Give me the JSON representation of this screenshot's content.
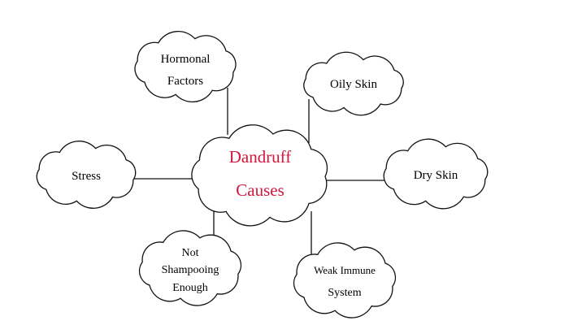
{
  "center": {
    "lines": [
      "Dandruff",
      "Causes"
    ],
    "color": "#d4163c"
  },
  "causes": [
    {
      "id": "hormonal-factors",
      "lines": [
        "Hormonal",
        "Factors"
      ]
    },
    {
      "id": "oily-skin",
      "lines": [
        "Oily Skin"
      ]
    },
    {
      "id": "stress",
      "lines": [
        "Stress"
      ]
    },
    {
      "id": "dry-skin",
      "lines": [
        "Dry Skin"
      ]
    },
    {
      "id": "not-shampooing-enough",
      "lines": [
        "Not",
        "Shampooing",
        "Enough"
      ]
    },
    {
      "id": "weak-immune-system",
      "lines": [
        "Weak Immune",
        "System"
      ]
    }
  ]
}
